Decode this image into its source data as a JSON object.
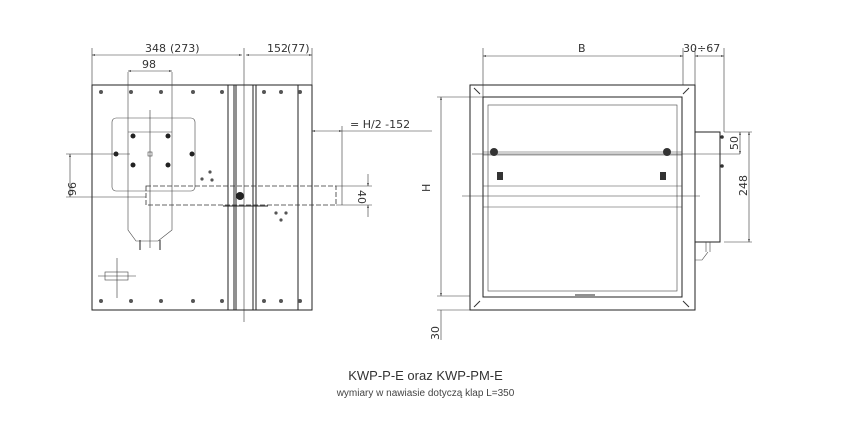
{
  "drawing": {
    "left_view": {
      "dim_total": "348",
      "dim_total_alt": "(273)",
      "dim_right": "152",
      "dim_right_alt": "(77)",
      "dim_width_98": "98",
      "dim_height_96": "96",
      "dim_offset": "= H/2 -152",
      "dim_40": "40"
    },
    "right_view": {
      "dim_b": "B",
      "dim_actuator": "30÷67",
      "dim_h": "H",
      "dim_30": "30",
      "dim_50": "50",
      "dim_248": "248"
    }
  },
  "caption": {
    "title": "KWP-P-E oraz KWP-PM-E",
    "note": "wymiary w nawiasie dotyczą klap L=350"
  }
}
